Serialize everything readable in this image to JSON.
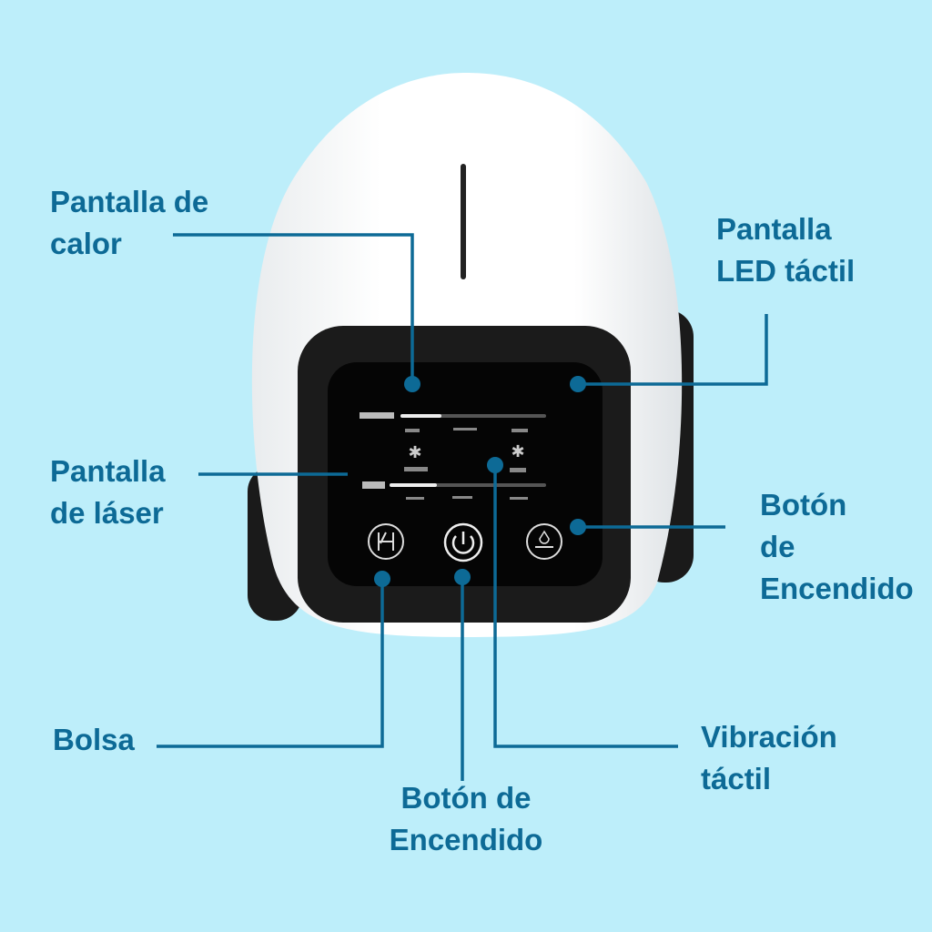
{
  "colors": {
    "background": "#bdeefa",
    "label": "#0d6a96",
    "device_body": "#ffffff",
    "screen": "#050505"
  },
  "labels": {
    "heat_display": [
      "Pantalla de",
      "calor"
    ],
    "led_touch_display": [
      "Pantalla",
      "LED táctil"
    ],
    "laser_display": [
      "Pantalla",
      "de láser"
    ],
    "power_button_right": [
      "Botón",
      "de",
      "Encendido"
    ],
    "bag": [
      "Bolsa"
    ],
    "power_button_bottom": [
      "Botón de",
      "Encendido"
    ],
    "touch_vibration": [
      "Vibración",
      "táctil"
    ]
  },
  "screen_icons": [
    "herb-icon",
    "power-icon",
    "heat-icon"
  ]
}
